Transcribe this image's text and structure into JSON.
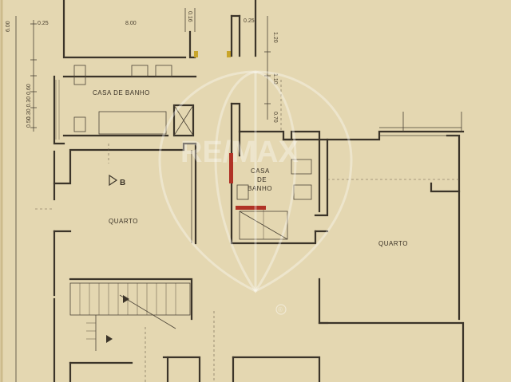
{
  "rooms": {
    "bathroom_top": "CASA DE BANHO",
    "bathroom_mid_line1": "CASA",
    "bathroom_mid_line2": "DE",
    "bathroom_mid_line3": "BANHO",
    "bedroom_left": "QUARTO",
    "bedroom_right": "QUARTO"
  },
  "marks": {
    "section_mark": "B"
  },
  "dimensions": {
    "top_room_width": "8.00",
    "left_wall_a": "0.25",
    "left_wall_b": "0.16",
    "left_stack": "0.30 0.30 0.60",
    "left_small": "0.50",
    "left_edge": "6.00",
    "right_top_a": "0.25",
    "right_top_b": "1.20",
    "right_mid_a": "1.10",
    "right_mid_b": "0.70"
  },
  "watermark": {
    "text": "RE/MAX",
    "registered": "®"
  },
  "colors": {
    "paper": "#e9dcb8",
    "ink": "#3b3429",
    "red_mark": "#b03226",
    "yellow_mark": "#c9a52a"
  }
}
